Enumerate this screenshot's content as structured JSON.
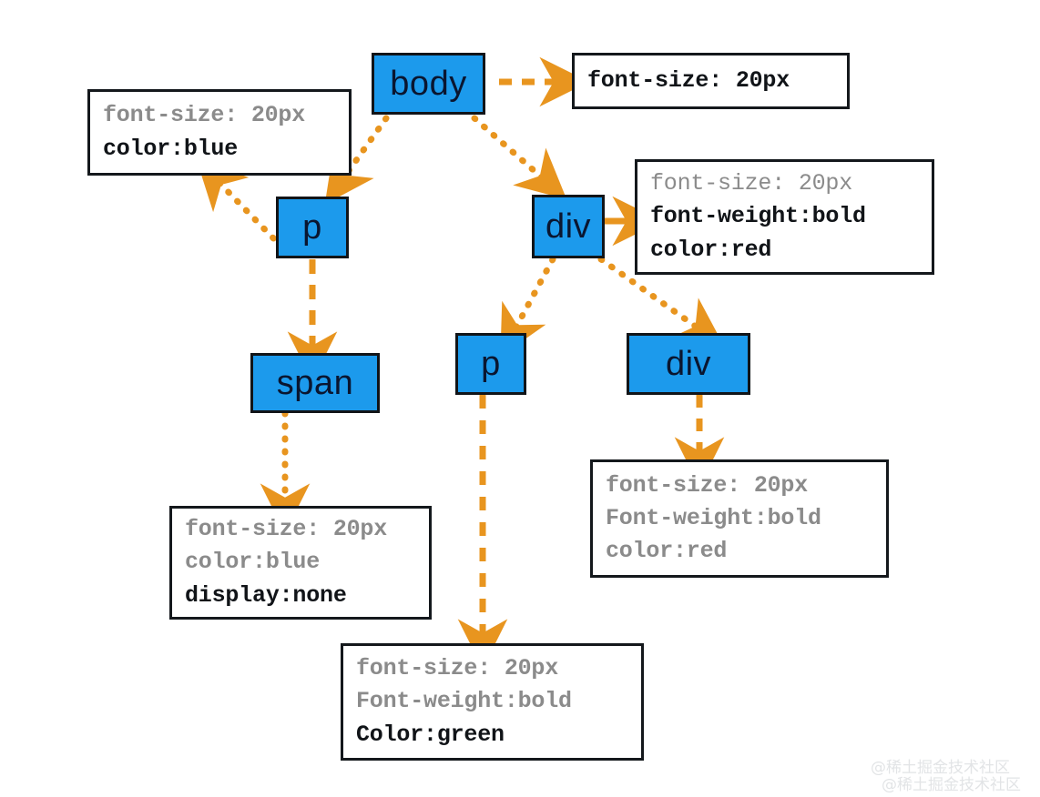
{
  "diagram": {
    "title": "CSS inheritance DOM tree",
    "accent_arrow_color": "#e8951f",
    "node_fill_color": "#1c9aec",
    "node_border_color": "#111418",
    "note_border_color": "#14181c",
    "inherited_text_color": "#8b8b8b",
    "applied_text_color": "#111418"
  },
  "nodes": [
    {
      "id": "body",
      "label": "body"
    },
    {
      "id": "p-left",
      "label": "p"
    },
    {
      "id": "span",
      "label": "span"
    },
    {
      "id": "div-right",
      "label": "div"
    },
    {
      "id": "p-mid",
      "label": "p"
    },
    {
      "id": "div-child",
      "label": "div"
    }
  ],
  "notes": [
    {
      "id": "note-body",
      "for": "body",
      "lines": [
        {
          "text": "font-size: 20px",
          "style": "applied"
        }
      ]
    },
    {
      "id": "note-p-left",
      "for": "p-left",
      "lines": [
        {
          "text": "font-size: 20px",
          "style": "inherited"
        },
        {
          "text": "color:blue",
          "style": "applied"
        }
      ]
    },
    {
      "id": "note-span",
      "for": "span",
      "lines": [
        {
          "text": "font-size: 20px",
          "style": "inherited"
        },
        {
          "text": "color:blue",
          "style": "inherited"
        },
        {
          "text": "display:none",
          "style": "applied"
        }
      ]
    },
    {
      "id": "note-div-right",
      "for": "div-right",
      "lines": [
        {
          "text": "font-size: 20px",
          "style": "inherited-light"
        },
        {
          "text": "font-weight:bold",
          "style": "applied"
        },
        {
          "text": "color:red",
          "style": "applied"
        }
      ]
    },
    {
      "id": "note-p-mid",
      "for": "p-mid",
      "lines": [
        {
          "text": "font-size: 20px",
          "style": "inherited"
        },
        {
          "text": "Font-weight:bold",
          "style": "inherited"
        },
        {
          "text": "Color:green",
          "style": "applied"
        }
      ]
    },
    {
      "id": "note-div-child",
      "for": "div-child",
      "lines": [
        {
          "text": "font-size: 20px",
          "style": "inherited"
        },
        {
          "text": "Font-weight:bold",
          "style": "inherited"
        },
        {
          "text": "color:red",
          "style": "inherited"
        }
      ]
    }
  ],
  "edges": [
    {
      "from": "body",
      "to": "note-body",
      "kind": "annotation"
    },
    {
      "from": "body",
      "to": "p-left",
      "kind": "tree"
    },
    {
      "from": "body",
      "to": "div-right",
      "kind": "tree"
    },
    {
      "from": "p-left",
      "to": "note-p-left",
      "kind": "annotation"
    },
    {
      "from": "p-left",
      "to": "span",
      "kind": "tree"
    },
    {
      "from": "span",
      "to": "note-span",
      "kind": "annotation"
    },
    {
      "from": "div-right",
      "to": "note-div-right",
      "kind": "annotation"
    },
    {
      "from": "div-right",
      "to": "p-mid",
      "kind": "tree"
    },
    {
      "from": "div-right",
      "to": "div-child",
      "kind": "tree"
    },
    {
      "from": "p-mid",
      "to": "note-p-mid",
      "kind": "annotation"
    },
    {
      "from": "div-child",
      "to": "note-div-child",
      "kind": "annotation"
    }
  ],
  "watermark": {
    "line1": "@稀土掘金技术社区",
    "line2": "@稀土掘金技术社区"
  }
}
